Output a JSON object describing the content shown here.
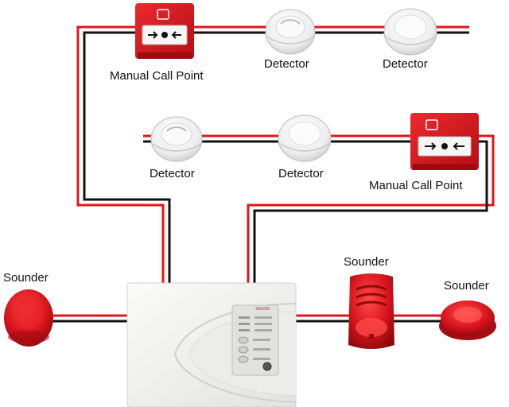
{
  "colors": {
    "wire_red": "#e3141b",
    "wire_black": "#111111",
    "device_red": "#d8141c",
    "detector_white": "#f2f2f2",
    "panel_white": "#f3f3f1"
  },
  "devices": {
    "call_point_top": {
      "label": "Manual Call Point"
    },
    "detector_top_1": {
      "label": "Detector"
    },
    "detector_top_2": {
      "label": "Detector"
    },
    "detector_mid_1": {
      "label": "Detector"
    },
    "detector_mid_2": {
      "label": "Detector"
    },
    "call_point_mid": {
      "label": "Manual Call Point"
    },
    "sounder_left": {
      "label": "Sounder"
    },
    "sounder_right_1": {
      "label": "Sounder"
    },
    "sounder_right_2": {
      "label": "Sounder"
    }
  },
  "panel": {
    "brand": "SAXON"
  }
}
